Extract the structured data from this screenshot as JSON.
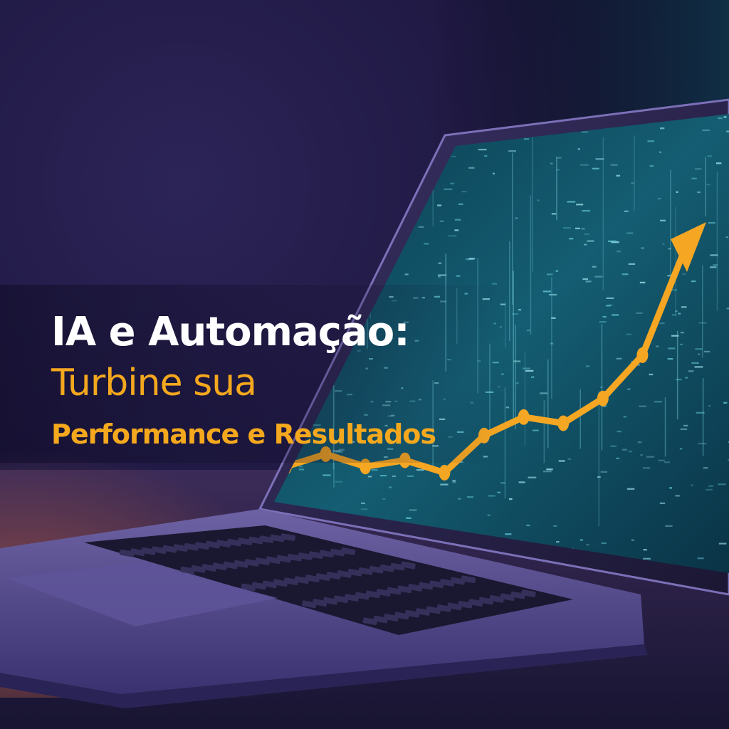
{
  "headline": {
    "line1": "IA e Automação:",
    "line2": "Turbine sua",
    "line3": "Performance e Resultados"
  },
  "colors": {
    "background": "#1a1433",
    "headline_primary": "#ffffff",
    "headline_accent": "#f4a81d",
    "screen_glow": "#1f6f86",
    "trend_line": "#f5a623",
    "laptop_body": "#5a4f8a"
  },
  "screen_chart": {
    "trend": "rising",
    "points": [
      4,
      6,
      4,
      5,
      3,
      9,
      12,
      11,
      15,
      22,
      38
    ]
  },
  "icons": [
    "trend-arrow-icon"
  ]
}
